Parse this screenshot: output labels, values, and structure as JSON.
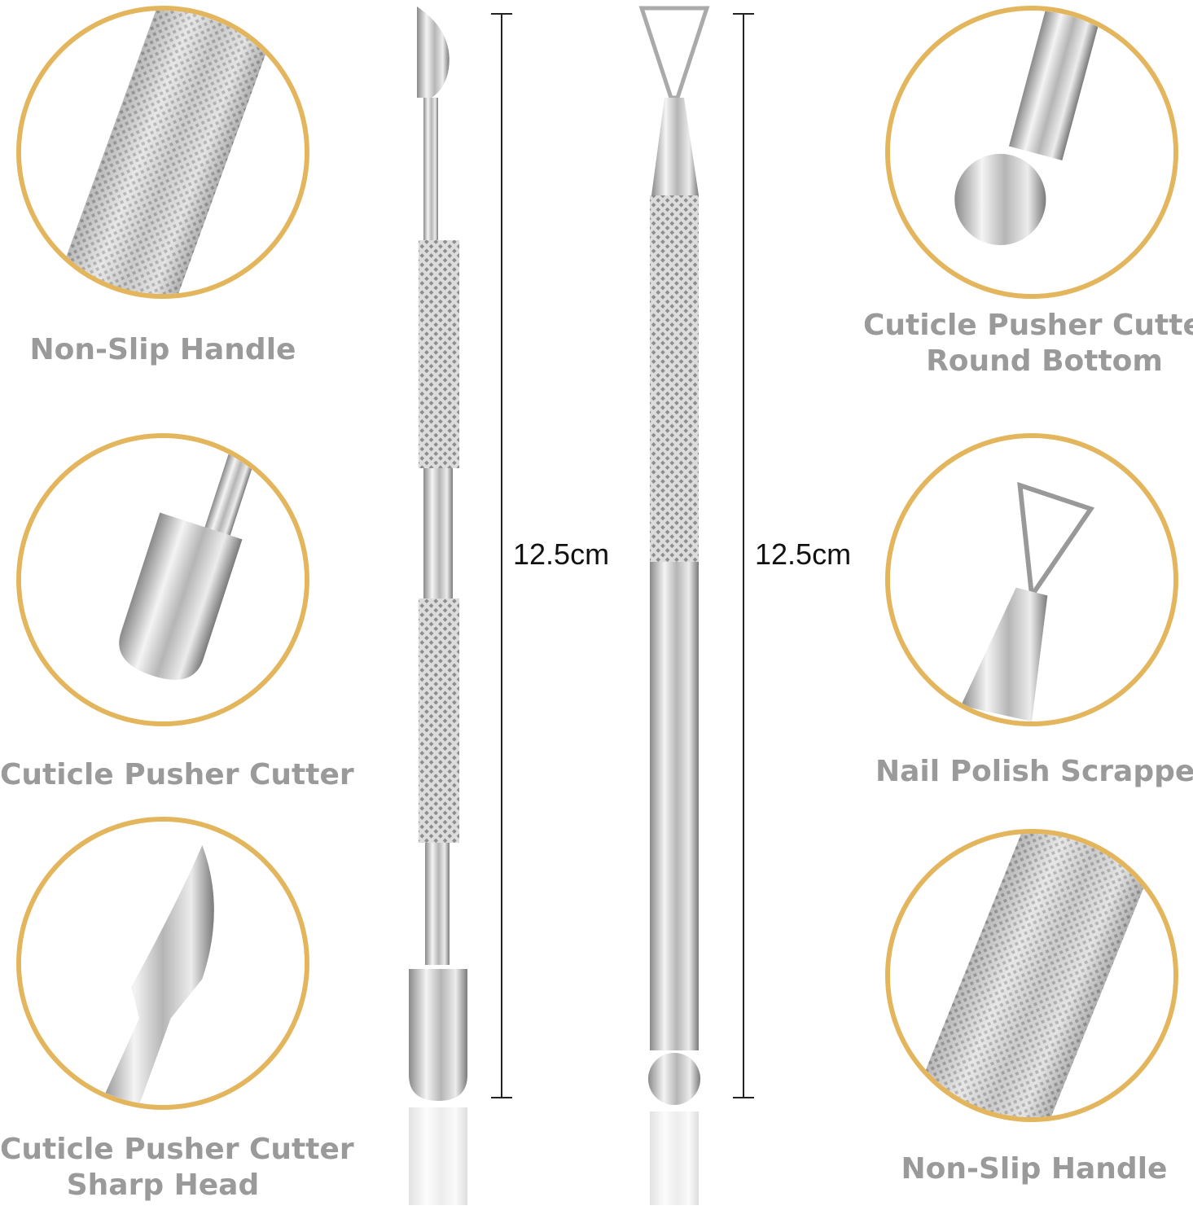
{
  "colors": {
    "circle_border": "#e3b65e",
    "label_text": "#9a9a9a",
    "steel": "#c8c8c8"
  },
  "left_features": [
    {
      "label": "Non-Slip Handle",
      "icon": "knurled-handle-closeup"
    },
    {
      "label": "Cuticle Pusher Cutter",
      "icon": "pusher-head-closeup"
    },
    {
      "label_line1": "Cuticle Pusher Cutter",
      "label_line2": "Sharp Head",
      "icon": "sharp-head-closeup"
    }
  ],
  "right_features": [
    {
      "label_line1": "Cuticle Pusher Cutter",
      "label_line2": "Round Bottom",
      "icon": "round-bottom-closeup"
    },
    {
      "label": "Nail Polish Scrapper",
      "icon": "triangle-scraper-closeup"
    },
    {
      "label": "Non-Slip Handle",
      "icon": "knurled-handle-closeup"
    }
  ],
  "dimensions": {
    "tool1": "12.5cm",
    "tool2": "12.5cm"
  }
}
